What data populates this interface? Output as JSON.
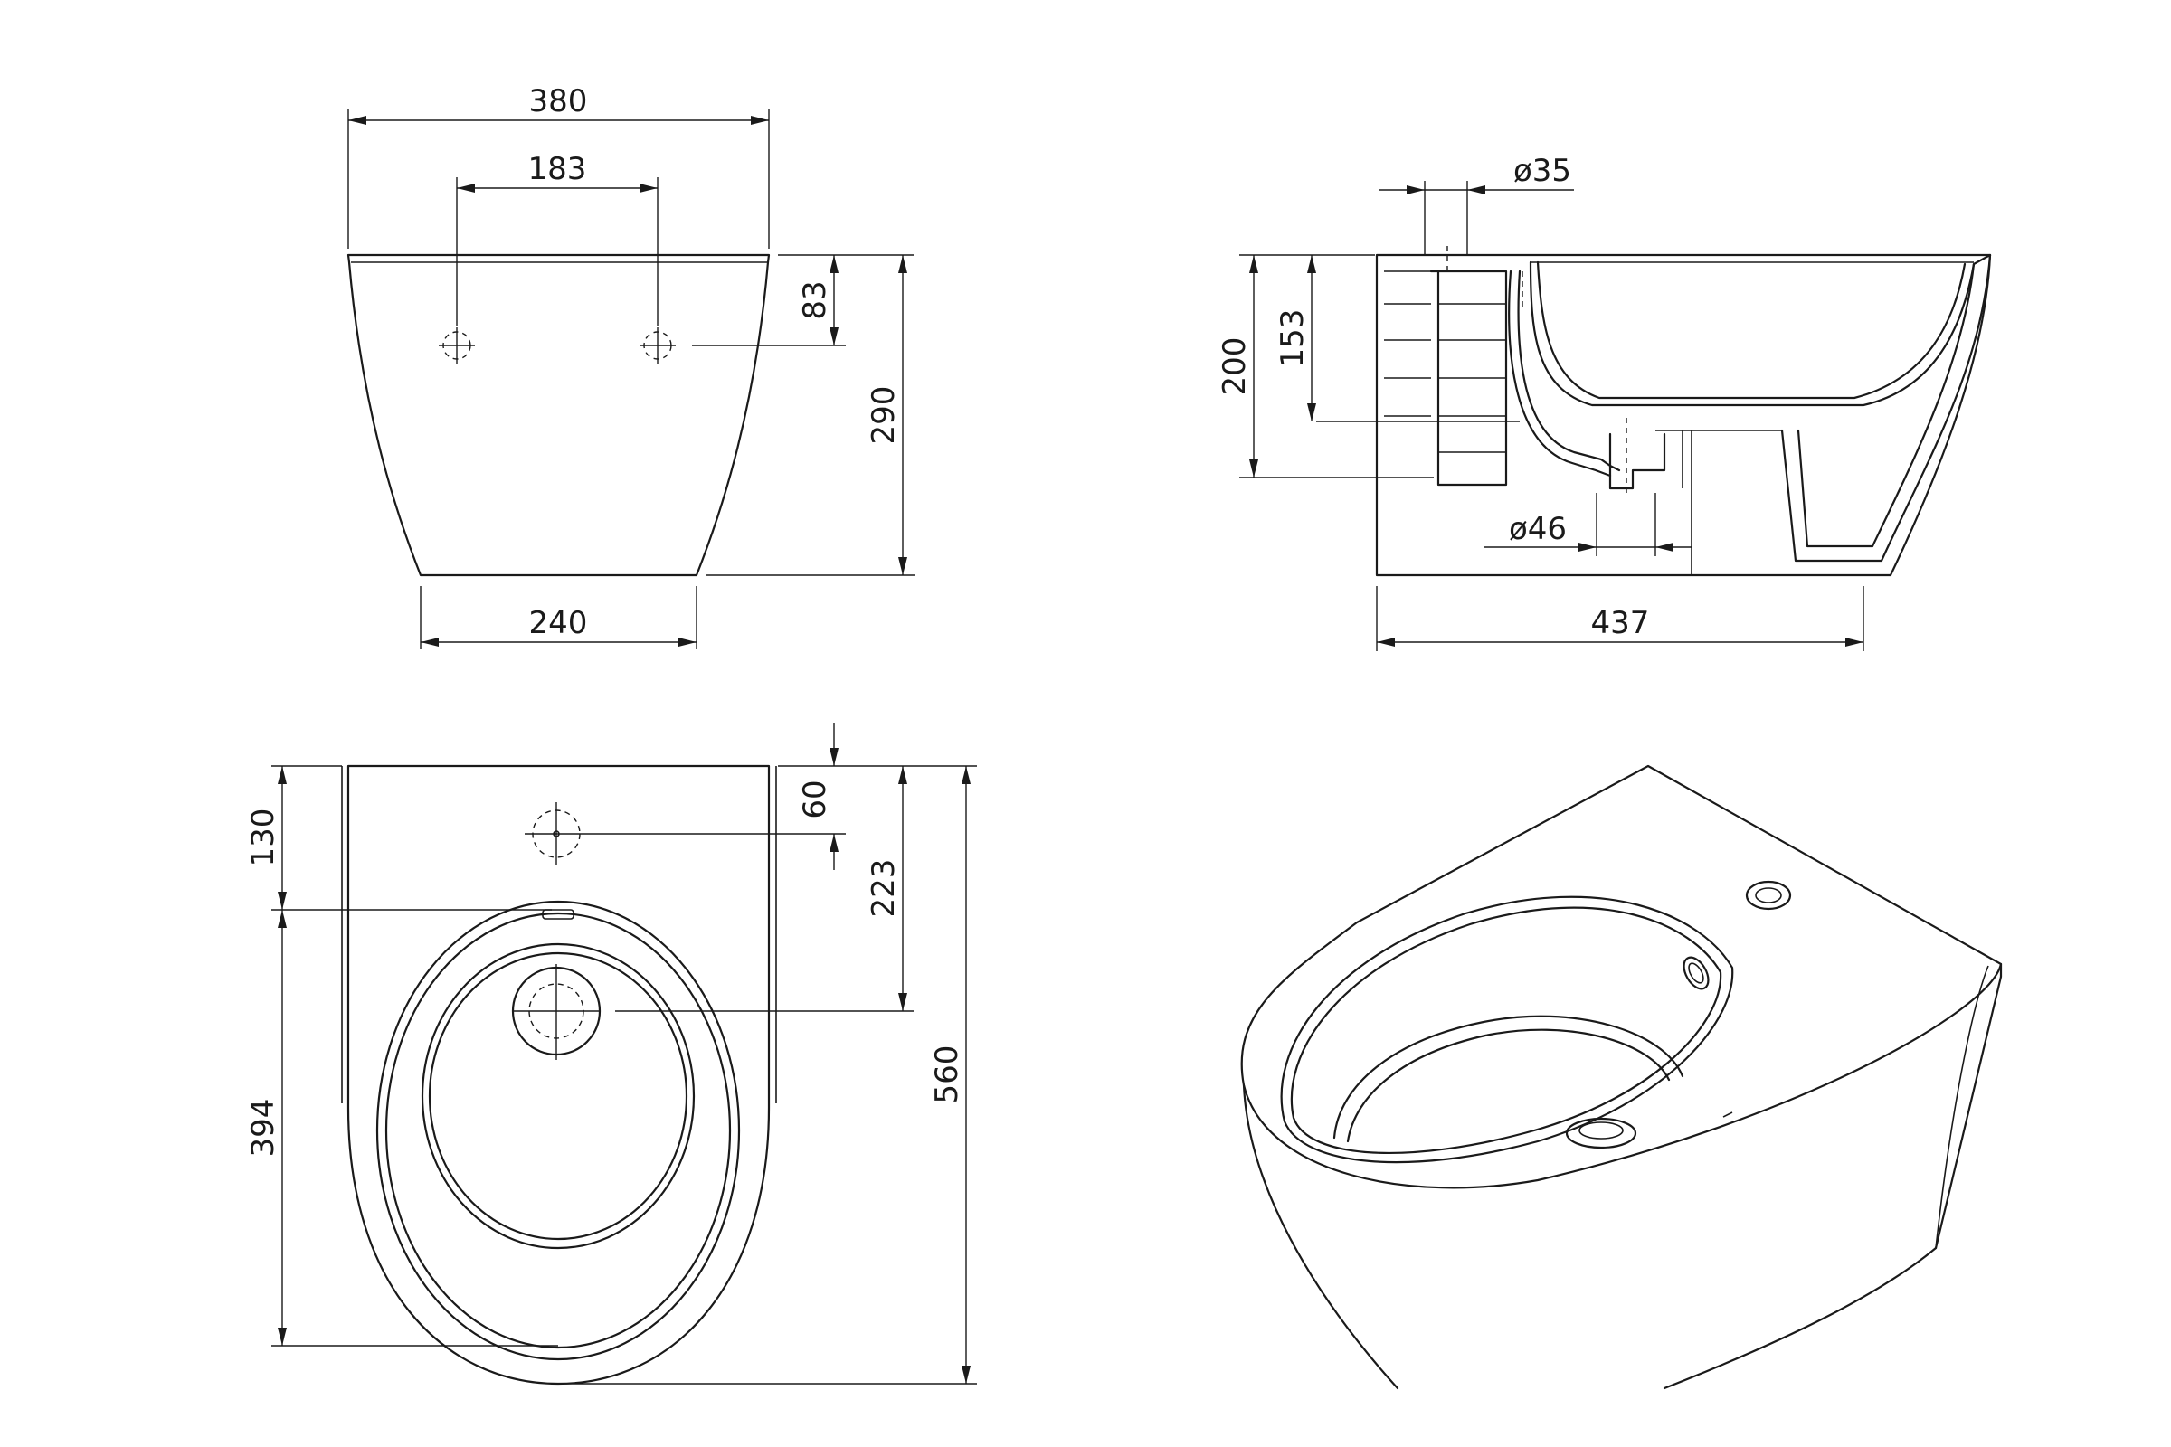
{
  "dimensions": {
    "front_view": {
      "overall_width": "380",
      "hole_spacing": "183",
      "hole_from_top": "83",
      "height": "290",
      "base_width": "240"
    },
    "side_view": {
      "inlet_diameter": "ø35",
      "height_200": "200",
      "height_153": "153",
      "outlet_diameter": "ø46",
      "depth": "437"
    },
    "top_view": {
      "rear_to_rim": "130",
      "tap_hole_offset": "60",
      "rear_to_drain": "223",
      "overall_length": "560",
      "bowl_length": "394"
    }
  }
}
